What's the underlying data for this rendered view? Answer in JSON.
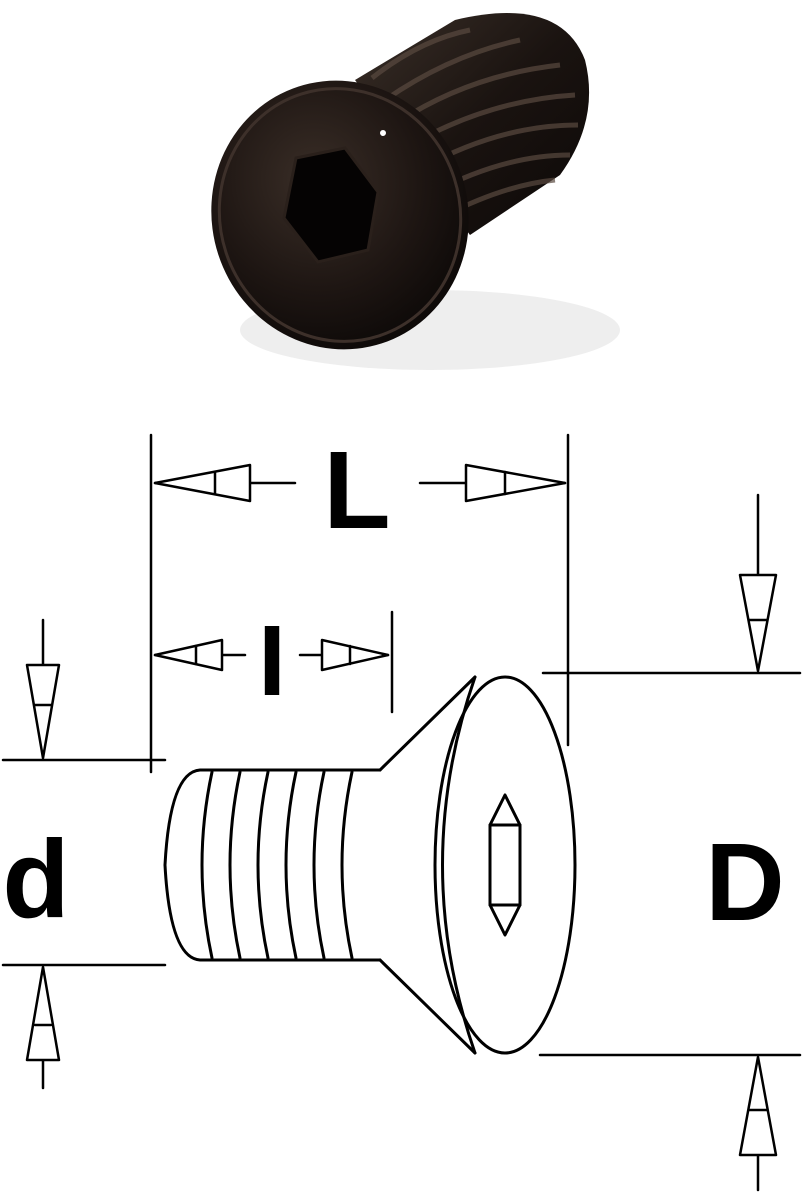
{
  "labels": {
    "length": "L",
    "thread_length": "I",
    "thread_diameter": "d",
    "head_diameter": "D"
  },
  "colors": {
    "line": "#000000",
    "background": "#ffffff",
    "screw_photo": "#1b1410"
  }
}
